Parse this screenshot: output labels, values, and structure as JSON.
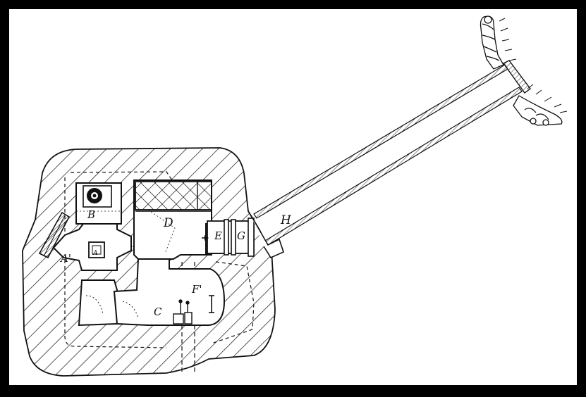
{
  "diagram": {
    "labels": {
      "a1": "A'",
      "b": "B",
      "a": "A",
      "c": "C",
      "d": "D",
      "e": "E",
      "g": "G",
      "h": "H",
      "f1": "F'",
      "i": "I"
    }
  },
  "colors": {
    "frame": "#000000",
    "paper": "#ffffff",
    "ink": "#111111"
  }
}
